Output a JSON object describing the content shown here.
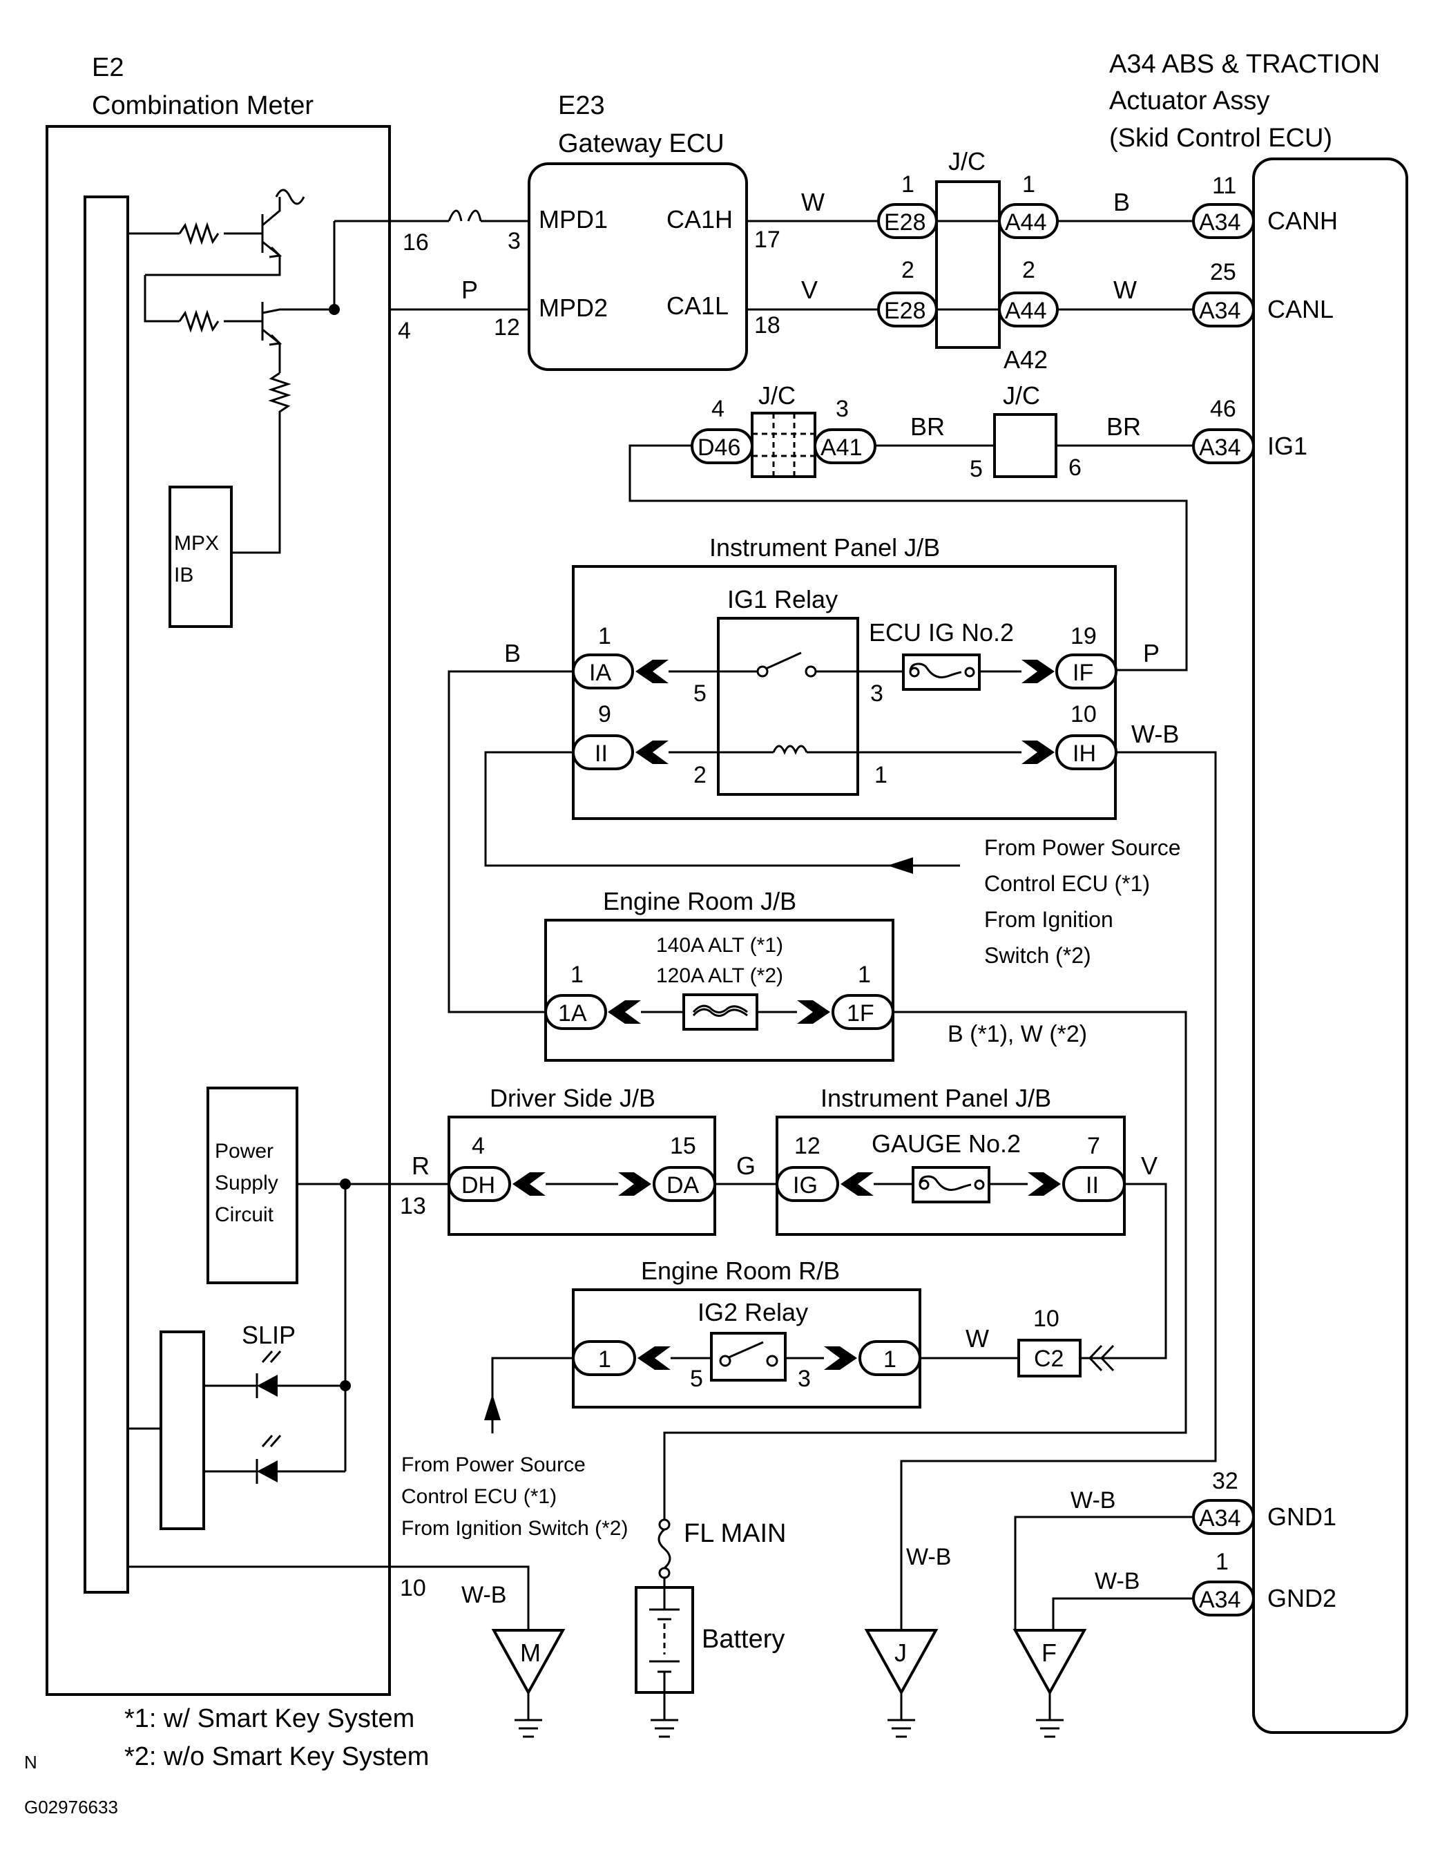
{
  "components": {
    "e2_code": "E2",
    "e2_name": "Combination Meter",
    "e23_code": "E23",
    "e23_name": "Gateway ECU",
    "a34_line1": "A34 ABS & TRACTION",
    "a34_line2": "Actuator Assy",
    "a34_line3": "(Skid Control ECU)",
    "mpx_line1": "MPX",
    "mpx_line2": "IB",
    "power_line1": "Power",
    "power_line2": "Supply",
    "power_line3": "Circuit",
    "slip": "SLIP"
  },
  "gateway_pins": {
    "mpd1": "MPD1",
    "mpd2": "MPD2",
    "ca1h": "CA1H",
    "ca1l": "CA1L"
  },
  "ecu_pins": {
    "canh": "CANH",
    "canl": "CANL",
    "ig1": "IG1",
    "gnd1": "GND1",
    "gnd2": "GND2"
  },
  "junctions": {
    "jc": "J/C",
    "a42": "A42",
    "instrument_panel_jb": "Instrument Panel J/B",
    "ig1_relay": "IG1 Relay",
    "ecu_ig_no2": "ECU IG No.2",
    "engine_room_jb": "Engine Room J/B",
    "alt_140": "140A ALT (*1)",
    "alt_120": "120A ALT (*2)",
    "driver_side_jb": "Driver Side J/B",
    "gauge_no2": "GAUGE No.2",
    "engine_room_rb": "Engine Room R/B",
    "ig2_relay": "IG2 Relay",
    "fl_main": "FL MAIN",
    "battery": "Battery"
  },
  "connectors": {
    "e28": "E28",
    "a44": "A44",
    "a34": "A34",
    "d46": "D46",
    "a41": "A41",
    "ia": "IA",
    "ii": "II",
    "if": "IF",
    "ih": "IH",
    "c1a": "1A",
    "c1f": "1F",
    "dh": "DH",
    "da": "DA",
    "ig": "IG",
    "c1": "1",
    "c2": "C2"
  },
  "pin_numbers": {
    "p16": "16",
    "p3": "3",
    "p4": "4",
    "p12": "12",
    "p17": "17",
    "p18": "18",
    "p1": "1",
    "p2": "2",
    "p11": "11",
    "p25": "25",
    "p5": "5",
    "p6": "6",
    "p46": "46",
    "p9": "9",
    "p10": "10",
    "p19": "19",
    "p13": "13",
    "p15": "15",
    "p7": "7",
    "p32": "32"
  },
  "wire_colors": {
    "w": "W",
    "p": "P",
    "v": "V",
    "b": "B",
    "br": "BR",
    "wb": "W-B",
    "r": "R",
    "g": "G",
    "b1w2": "B (*1), W (*2)"
  },
  "grounds": {
    "m": "M",
    "j": "J",
    "f": "F"
  },
  "notes": {
    "from_psecu_1": "From Power Source",
    "from_psecu_2": "Control ECU (*1)",
    "from_ign_1": "From Ignition",
    "from_ign_2": "Switch (*2)",
    "from_b_1": "From Power Source",
    "from_b_2": "Control ECU (*1)",
    "from_b_3": "From Ignition Switch (*2)",
    "footnote1": "*1: w/ Smart Key System",
    "footnote2": "*2: w/o Smart Key System",
    "corner_n": "N",
    "drawing_id": "G02976633"
  },
  "colors": {
    "line": "#000000",
    "background": "#ffffff"
  }
}
